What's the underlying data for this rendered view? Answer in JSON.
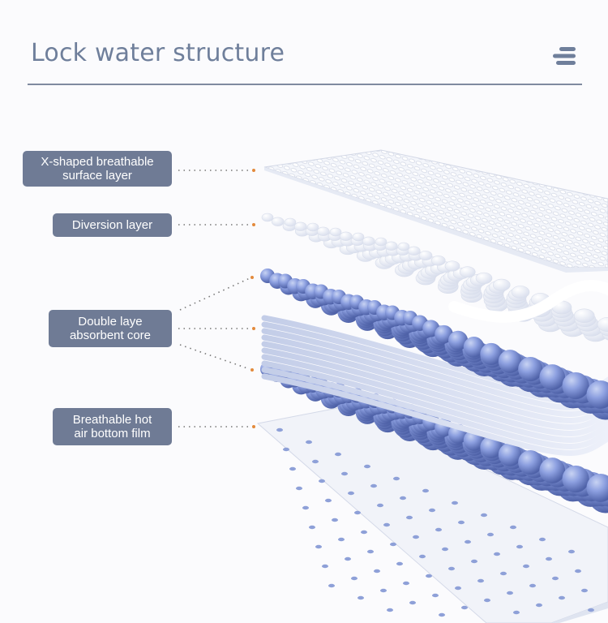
{
  "header": {
    "title": "Lock water structure",
    "menu_icon": "menu-icon"
  },
  "labels": {
    "surface": "X-shaped breathable\nsurface layer",
    "diversion": "Diversion layer",
    "core": "Double laye\nabsorbent core",
    "film": "Breathable hot\nair bottom film"
  },
  "colors": {
    "title": "#6f7f9b",
    "label_bg": "#6f7b95",
    "ball": "#7d93d6",
    "dot": "#e38a3c"
  }
}
